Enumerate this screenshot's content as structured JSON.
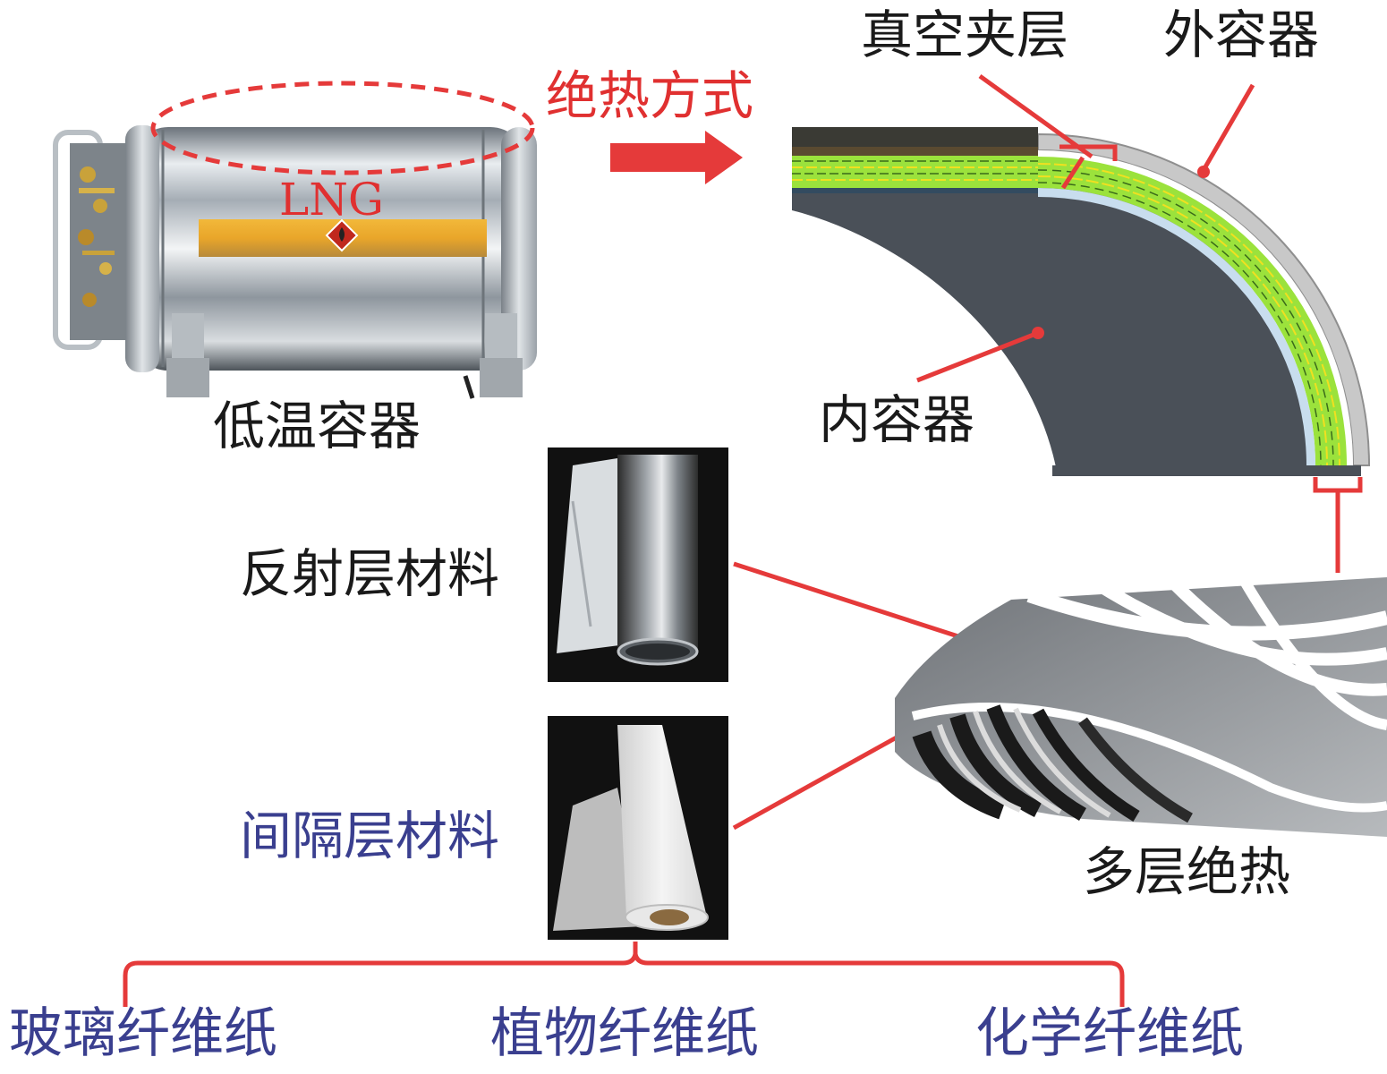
{
  "colors": {
    "accent_red": "#e53a3a",
    "blue_text": "#3a3f8f",
    "mli_green": "#9be23c",
    "mli_yellow": "#f0e020",
    "inner_vessel": "#4a5058",
    "outer_shell": "#c8c8c8",
    "insulation_gap": "#c8ddee"
  },
  "labels": {
    "cryogenic_vessel": "低温容器",
    "lng": "LNG",
    "insulation_method": "绝热方式",
    "vacuum_interlayer": "真空夹层",
    "outer_vessel": "外容器",
    "inner_vessel": "内容器",
    "reflective_layer_material": "反射层材料",
    "spacer_layer_material": "间隔层材料",
    "multilayer_insulation": "多层绝热"
  },
  "spacer_types": [
    "玻璃纤维纸",
    "植物纤维纸",
    "化学纤维纸"
  ],
  "icons": {
    "hazard": "flammable-diamond-icon",
    "arrow": "right-arrow-icon"
  }
}
